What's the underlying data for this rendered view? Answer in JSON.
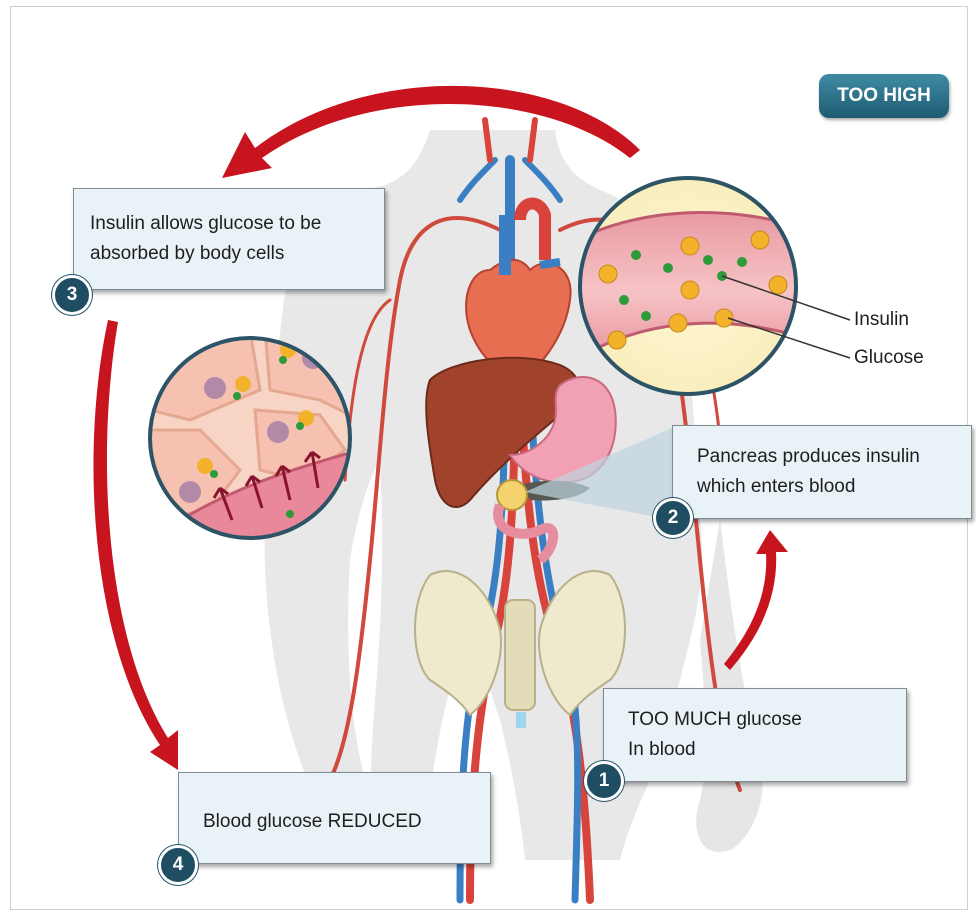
{
  "status_pill": "TOO HIGH",
  "callouts": {
    "step1": {
      "number": "1",
      "line1": "TOO MUCH glucose",
      "line2": "In blood"
    },
    "step2": {
      "number": "2",
      "line1": "Pancreas produces insulin",
      "line2": "which enters blood"
    },
    "step3": {
      "number": "3",
      "line1": "Insulin allows glucose to be",
      "line2": "absorbed by body cells"
    },
    "step4": {
      "number": "4",
      "line1": "Blood glucose REDUCED"
    }
  },
  "legend": {
    "insulin": "Insulin",
    "glucose": "Glucose"
  },
  "colors": {
    "arrow_red": "#c8141e",
    "badge": "#1f4e63",
    "callout_bg": "#e9f2f7",
    "glucose": "#f2b22a",
    "insulin": "#2e9a3a"
  }
}
